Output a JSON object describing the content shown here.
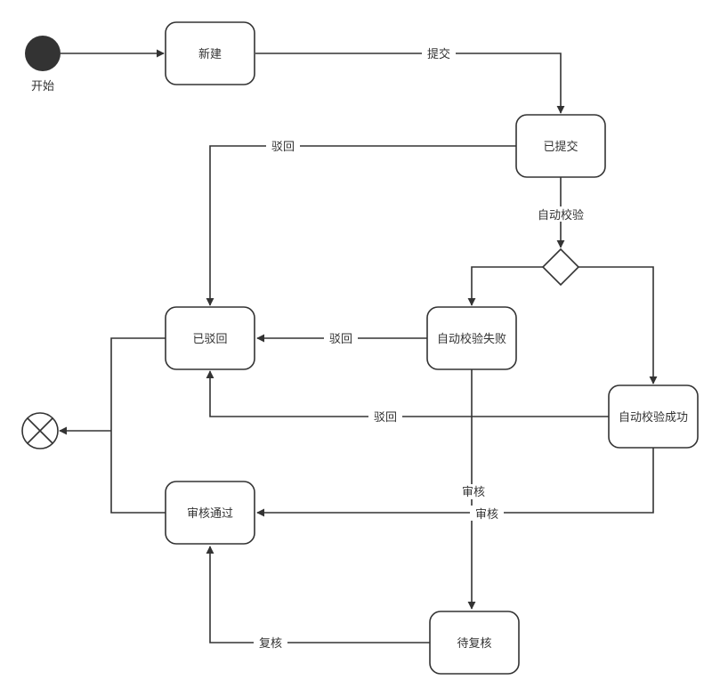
{
  "diagram": {
    "start_label": "开始",
    "nodes": {
      "new": "新建",
      "submitted": "已提交",
      "rejected": "已驳回",
      "auto_fail": "自动校验失败",
      "auto_success": "自动校验成功",
      "approved": "审核通过",
      "pending_recheck": "待复核"
    },
    "edges": {
      "submit": "提交",
      "auto_check": "自动校验",
      "reject_from_submitted": "驳回",
      "reject_from_fail": "驳回",
      "reject_from_success": "驳回",
      "review_from_fail": "审核",
      "review_from_success": "审核",
      "recheck": "复核"
    },
    "colors": {
      "stroke": "#333333",
      "start_fill": "#333333",
      "background": "#ffffff"
    }
  }
}
